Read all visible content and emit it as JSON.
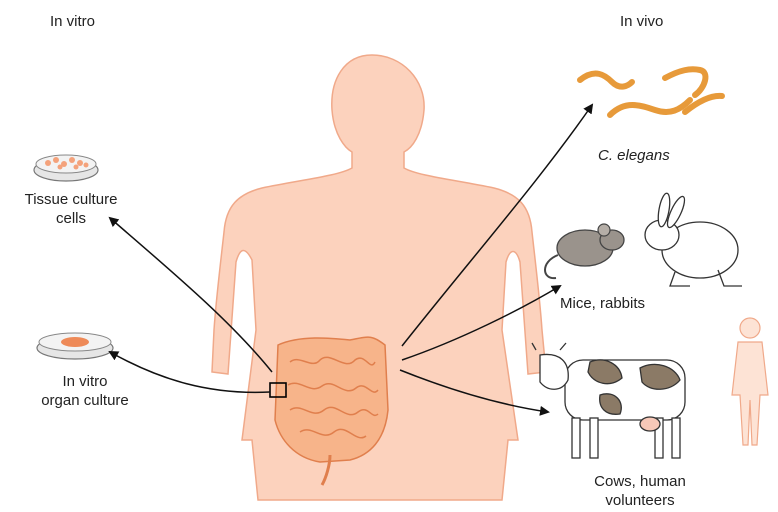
{
  "headers": {
    "in_vitro": "In vitro",
    "in_vivo": "In vivo"
  },
  "labels": {
    "tissue_culture_line1": "Tissue culture",
    "tissue_culture_line2": "cells",
    "organ_culture_line1": "In vitro",
    "organ_culture_line2": "organ culture",
    "c_elegans": "C. elegans",
    "mice_rabbits": "Mice, rabbits",
    "cows_line1": "Cows, human",
    "cows_line2": "volunteers"
  },
  "colors": {
    "skin": "#fcd2bd",
    "skin_outline": "#f0a98a",
    "intestine": "#f7b48a",
    "intestine_outline": "#e07f4d",
    "worm": "#e79a3a",
    "mouse": "#9a938c",
    "cow_patch": "#8b7a66",
    "arrow": "#111111"
  }
}
